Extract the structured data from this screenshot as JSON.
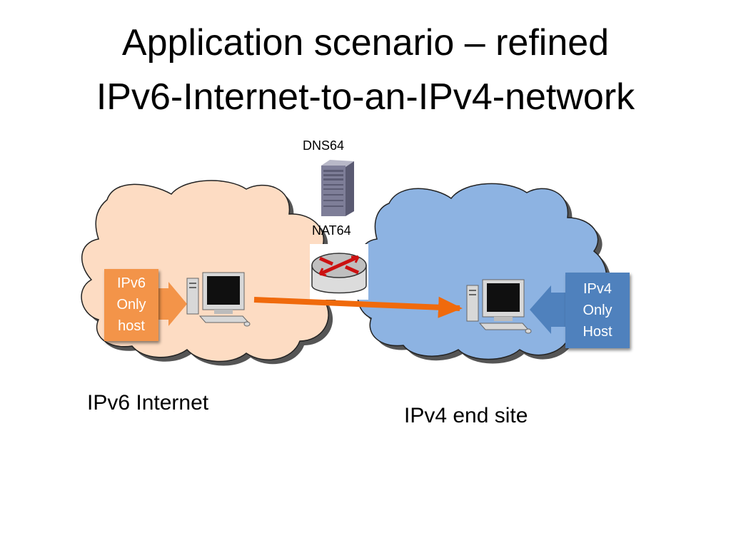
{
  "title": {
    "line1": "Application scenario – refined",
    "line2": "IPv6-Internet-to-an-IPv4-network"
  },
  "devices": {
    "dns64_label": "DNS64",
    "nat64_label": "NAT64"
  },
  "ipv6_host": {
    "lines": [
      "IPv6",
      "Only",
      "host"
    ],
    "color": "#f39449"
  },
  "ipv4_host": {
    "lines": [
      "IPv4",
      "Only",
      "Host"
    ],
    "color": "#4f81bd"
  },
  "networks": {
    "ipv6_label": "IPv6 Internet",
    "ipv4_label": "IPv4 end site",
    "ipv6_cloud_color": "#fddcc3",
    "ipv4_cloud_color": "#8db3e2"
  },
  "flow_arrow_color": "#f06a0c"
}
